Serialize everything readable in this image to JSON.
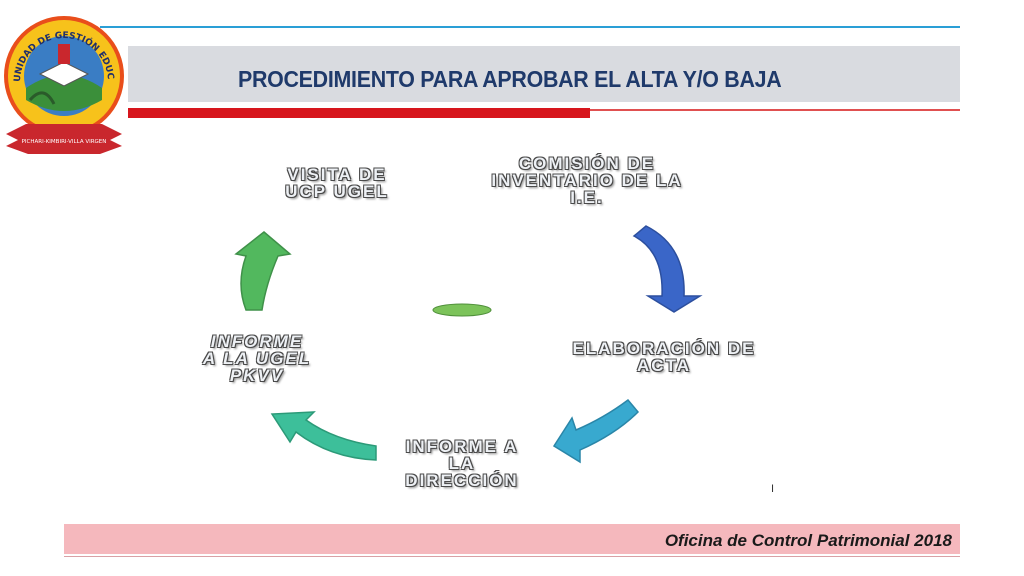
{
  "slide": {
    "title": "PROCEDIMIENTO PARA APROBAR EL ALTA Y/O BAJA",
    "footer": "Oficina de Control Patrimonial 2018",
    "marker": "I"
  },
  "logo": {
    "ring_text": "UNIDAD DE GESTIÓN EDUCATIVA LOCAL",
    "ribbon_text": "PICHARI-KIMBIRI-VILLA VIRGEN"
  },
  "cycle": {
    "steps": [
      {
        "lines": [
          "COMISIÓN  DE",
          "INVENTARIO DE LA",
          "I.E."
        ]
      },
      {
        "lines": [
          "ELABORACIÓN DE",
          "ACTA"
        ]
      },
      {
        "lines": [
          "INFORME  A",
          "LA",
          "DIRECCIÓN"
        ]
      },
      {
        "lines": [
          "INFORME",
          "A LA UGEL",
          "PKVV"
        ]
      },
      {
        "lines": [
          "VISITA  DE",
          "UCP UGEL"
        ]
      }
    ]
  },
  "colors": {
    "title": "#1f3a6b",
    "accent_red": "#d7161d",
    "accent_blue": "#2a9fd6",
    "footer_bg": "#f5b8bd",
    "arrow_blue": "#3a66c8",
    "arrow_cyan": "#38a9cf",
    "arrow_teal": "#3dbf9a",
    "arrow_green": "#52b85e",
    "center_oval": "#7cc35a"
  }
}
